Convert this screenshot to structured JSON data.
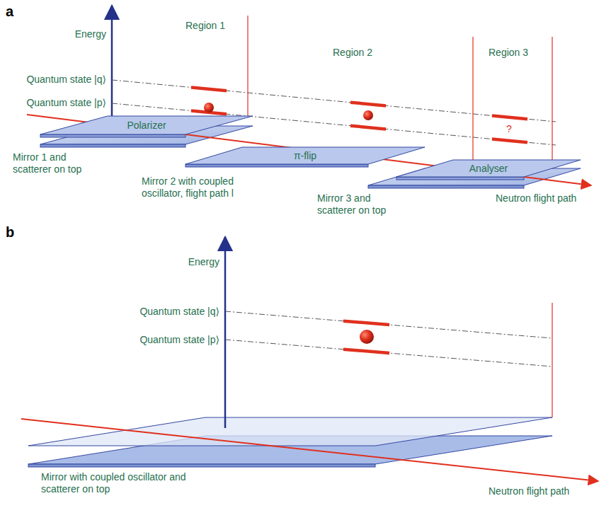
{
  "diagram": {
    "nodes": [
      {
        "text": [
          "Polarizer"
        ]
      },
      {
        "text": [
          "π-flip"
        ]
      },
      {
        "text": [
          "Analyser"
        ]
      }
    ],
    "labels": [
      "a",
      "Energy",
      "Quantum state |q⟩",
      "Quantum state |p⟩",
      "Region 1",
      "Region 2",
      "Region 3",
      "?",
      "Mirror 1 and scatterer on top",
      "Mirror 2 with coupled oscillator, flight path l",
      "Mirror 3 and scatterer on top",
      "Neutron flight path",
      "b",
      "Energy",
      "Quantum state |q⟩",
      "Quantum state |p⟩",
      "Mirror with coupled oscillator and scatterer on top",
      "Neutron flight path"
    ]
  }
}
